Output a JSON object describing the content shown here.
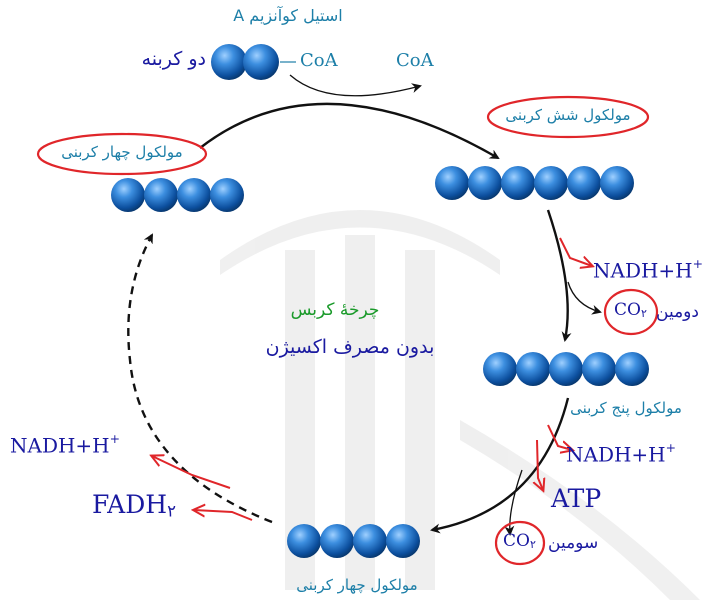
{
  "acetyl_coa": {
    "title": "استیل کوآنزیم A",
    "two_carbon": "دو کربنه",
    "coa_left": "CoA",
    "coa_right": "CoA"
  },
  "six_carbon": {
    "label": "مولکول شش کربنی"
  },
  "four_carbon_top": {
    "label": "مولکول چهار کربنی"
  },
  "five_carbon": {
    "label": "مولکول پنج کربنی"
  },
  "four_carbon_bottom": {
    "label": "مولکول چهار کربنی"
  },
  "center": {
    "cycle_name": "چرخهٔ کربس",
    "no_oxygen": "بدون مصرف اکسیژن"
  },
  "step1": {
    "nadh": "NADH+H",
    "nadh_sup": "+",
    "co2_base": "CO",
    "co2_sub": "۲",
    "co2_label": "دومین"
  },
  "step2": {
    "nadh": "NADH+H",
    "nadh_sup": "+",
    "atp": "ATP",
    "co2_base": "CO",
    "co2_sub": "۲",
    "co2_label": "سومین"
  },
  "step3": {
    "nadh": "NADH+H",
    "nadh_sup": "+",
    "fadh": "FADH",
    "fadh_sub": "۲"
  },
  "colors": {
    "molecule": "#1a6fc0",
    "arrow_red": "#e0262a",
    "ellipse_red": "#e0262a",
    "teal_text": "#1d7fa8",
    "navy_text": "#1a1aa0",
    "green_text": "#1a9a2a"
  }
}
